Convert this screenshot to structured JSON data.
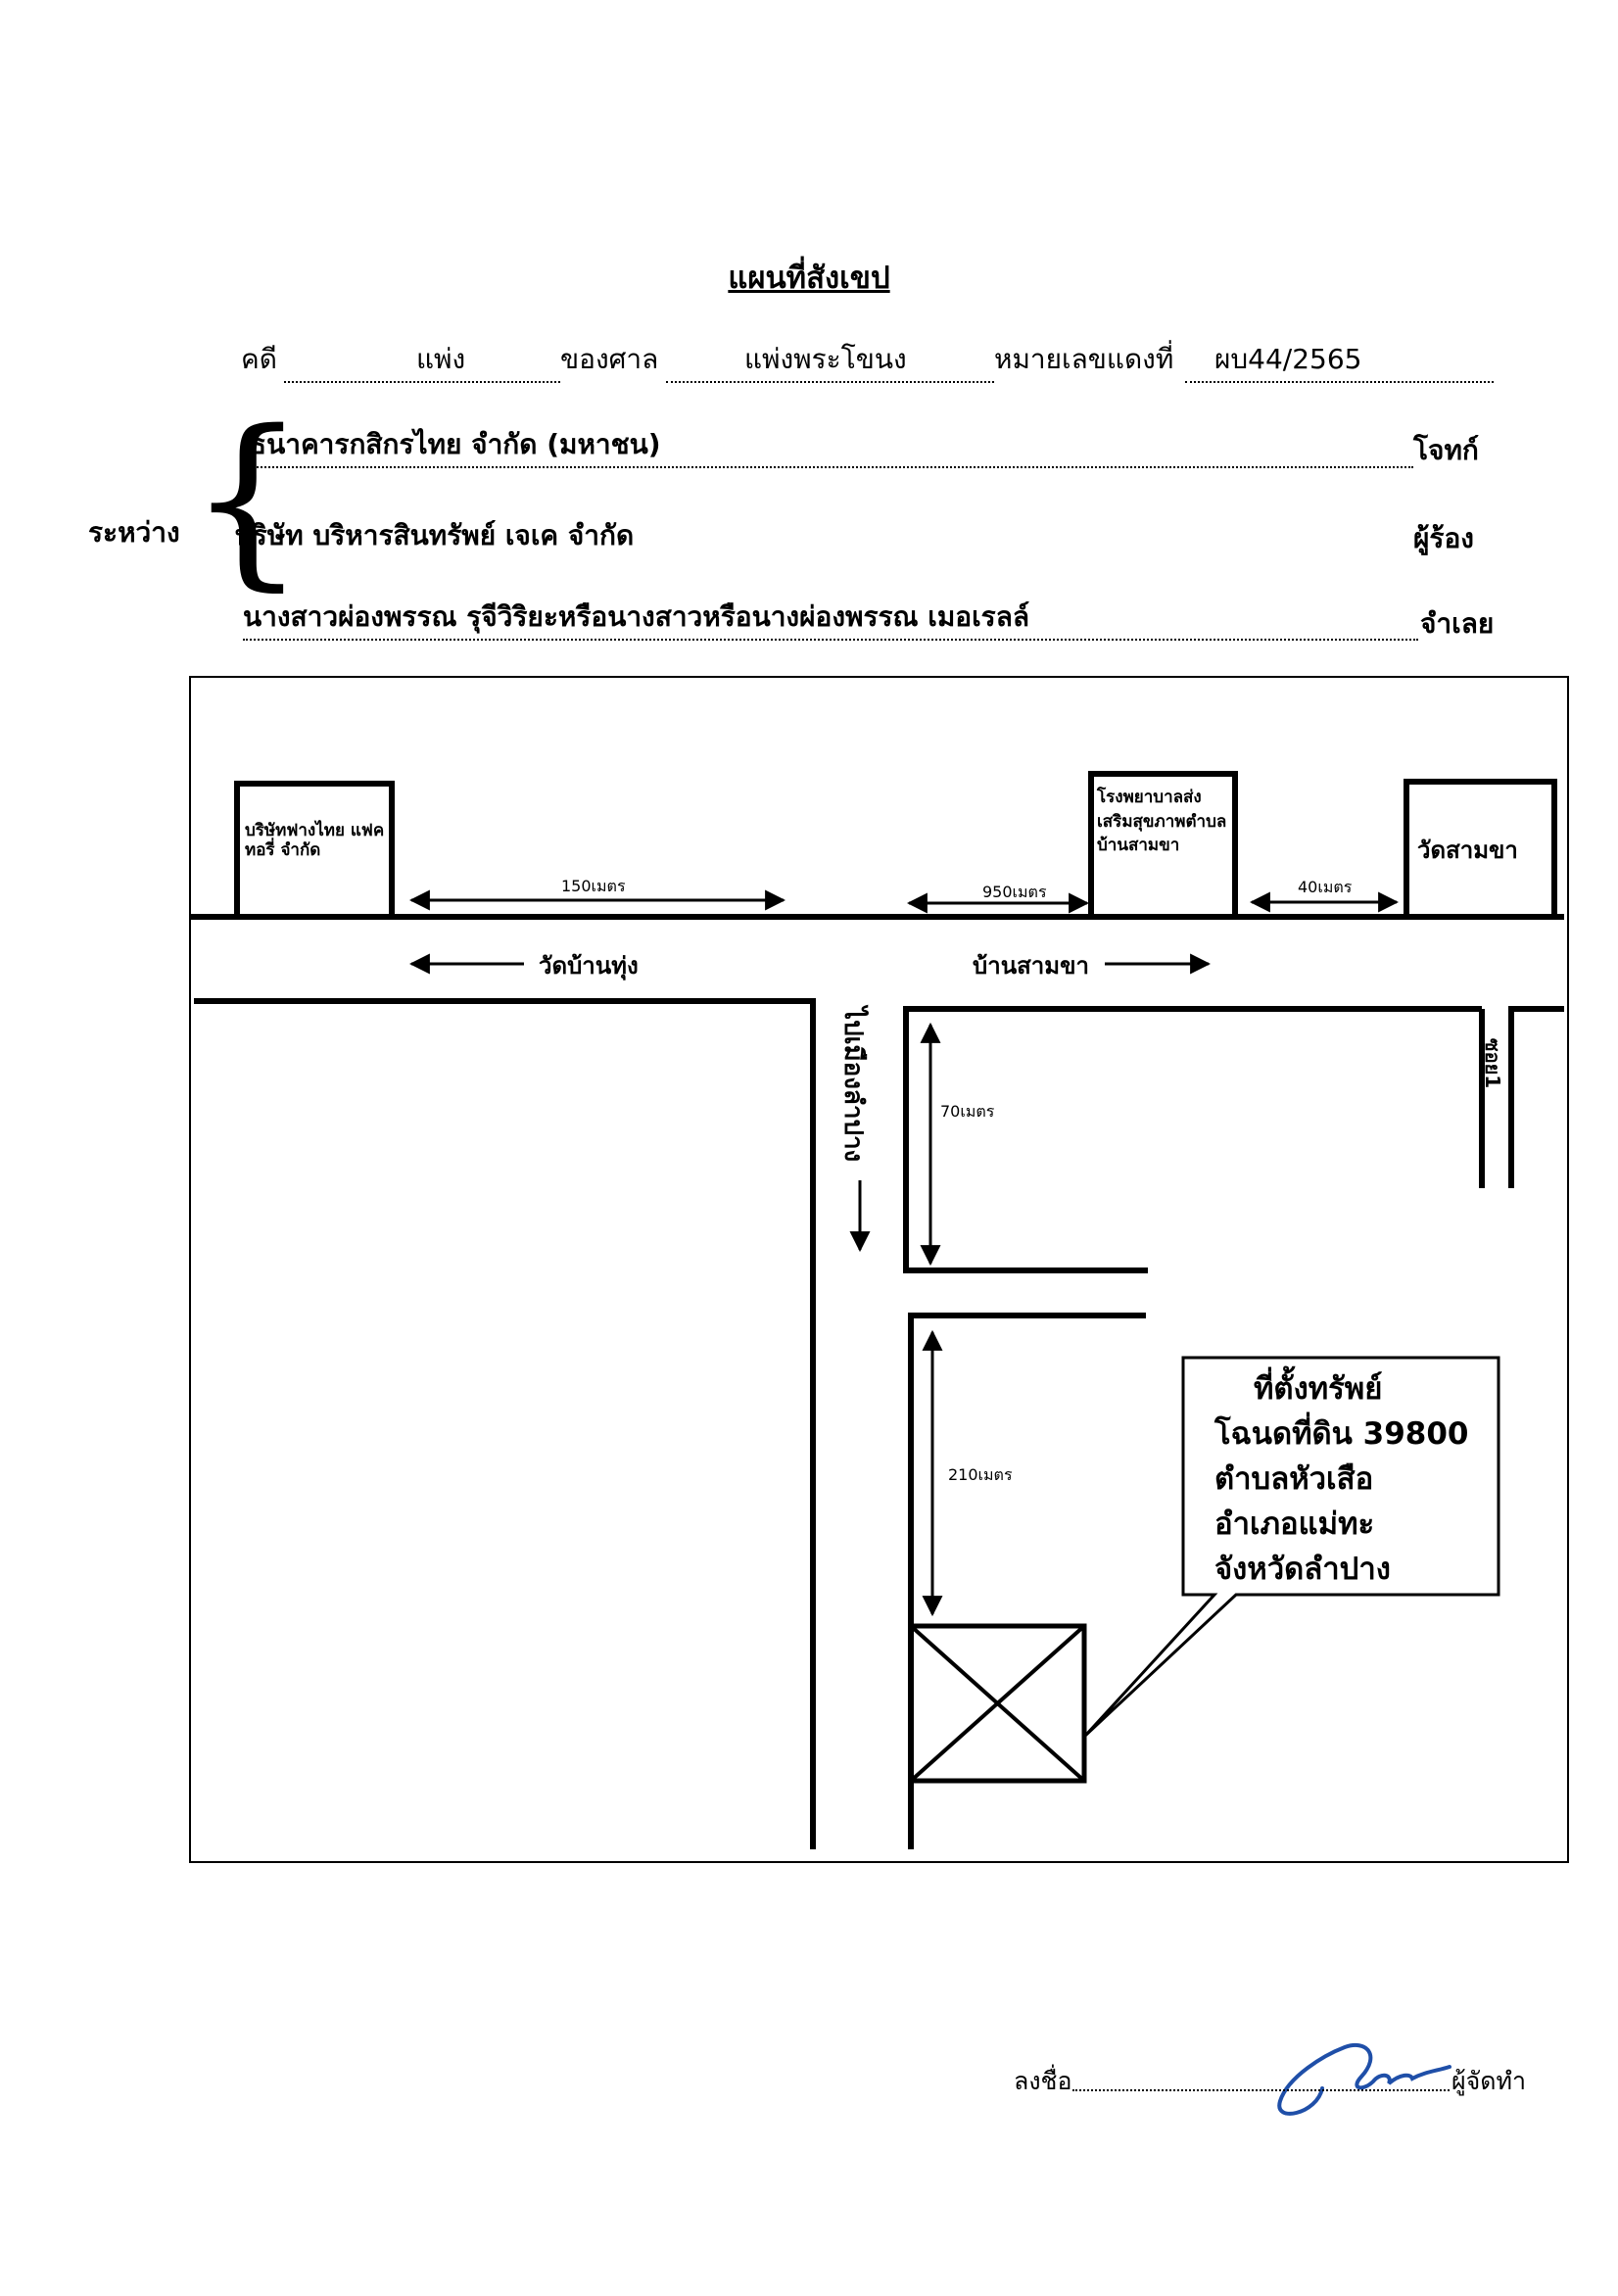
{
  "title": "แผนที่สังเขป",
  "case": {
    "label_case": "คดี",
    "case_type": "แพ่ง",
    "label_court": "ของศาล",
    "court": "แพ่งพระโขนง",
    "label_red_no": "หมายเลขแดงที่",
    "red_no": "ผบ44/2565"
  },
  "between_label": "ระหว่าง",
  "parties": [
    {
      "name": "ธนาคารกสิกรไทย จำกัด (มหาชน)",
      "role": "โจทก์"
    },
    {
      "name": "บริษัท บริหารสินทรัพย์ เจเค จำกัด",
      "role": "ผู้ร้อง"
    },
    {
      "name": "นางสาวผ่องพรรณ รุจีวิริยะหรือนางสาวหรือนางผ่องพรรณ เมอเรลล์",
      "role": "จำเลย"
    }
  ],
  "map": {
    "landmarks": {
      "company": "บริษัทฟางไทย แฟคทอรี่ จำกัด",
      "hospital": "โรงพยาบาลส่งเสริมสุขภาพตำบลบ้านสามขา",
      "temple": "วัดสามขา"
    },
    "distances": {
      "d150": "150เมตร",
      "d950": "950เมตร",
      "d40": "40เมตร",
      "d70": "70เมตร",
      "d210": "210เมตร"
    },
    "roads": {
      "west": "วัดบ้านทุ่ง",
      "east": "บ้านสามขา",
      "south": "ไปเมืองลำปาง",
      "soi": "ซอย1"
    },
    "property": {
      "lines": [
        "ที่ตั้งทรัพย์",
        "โฉนดที่ดิน 39800",
        "ตำบลหัวเสือ",
        "อำเภอแม่ทะ",
        "จังหวัดลำปาง"
      ]
    }
  },
  "signature": {
    "sign_label": "ลงชื่อ",
    "role": "ผู้จัดทำ"
  },
  "colors": {
    "ink": "#000000",
    "signature_ink": "#1f4fa8"
  }
}
